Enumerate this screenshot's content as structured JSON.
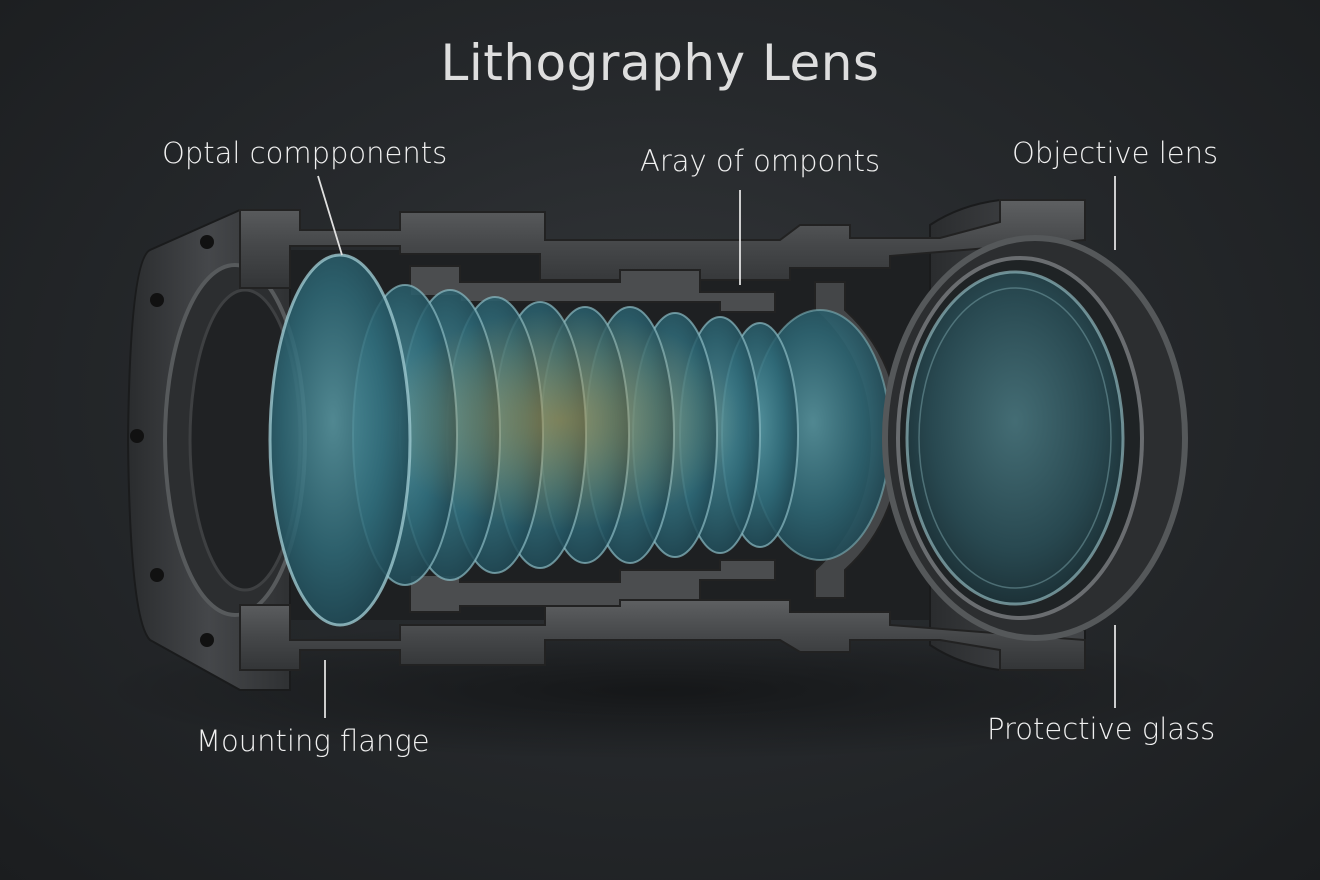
{
  "title": "Lithography Lens",
  "labels": {
    "optical_components": "Optal compponents",
    "array_of_components": "Aray of omponts",
    "objective_lens": "Objective lens",
    "mounting_flange": "Mounting flange",
    "protective_glass": "Protective glass"
  },
  "colors": {
    "background": "#26292c",
    "metal": "#4a4c4e",
    "glass": "#3f7a86",
    "text": "#f0f0f0"
  }
}
